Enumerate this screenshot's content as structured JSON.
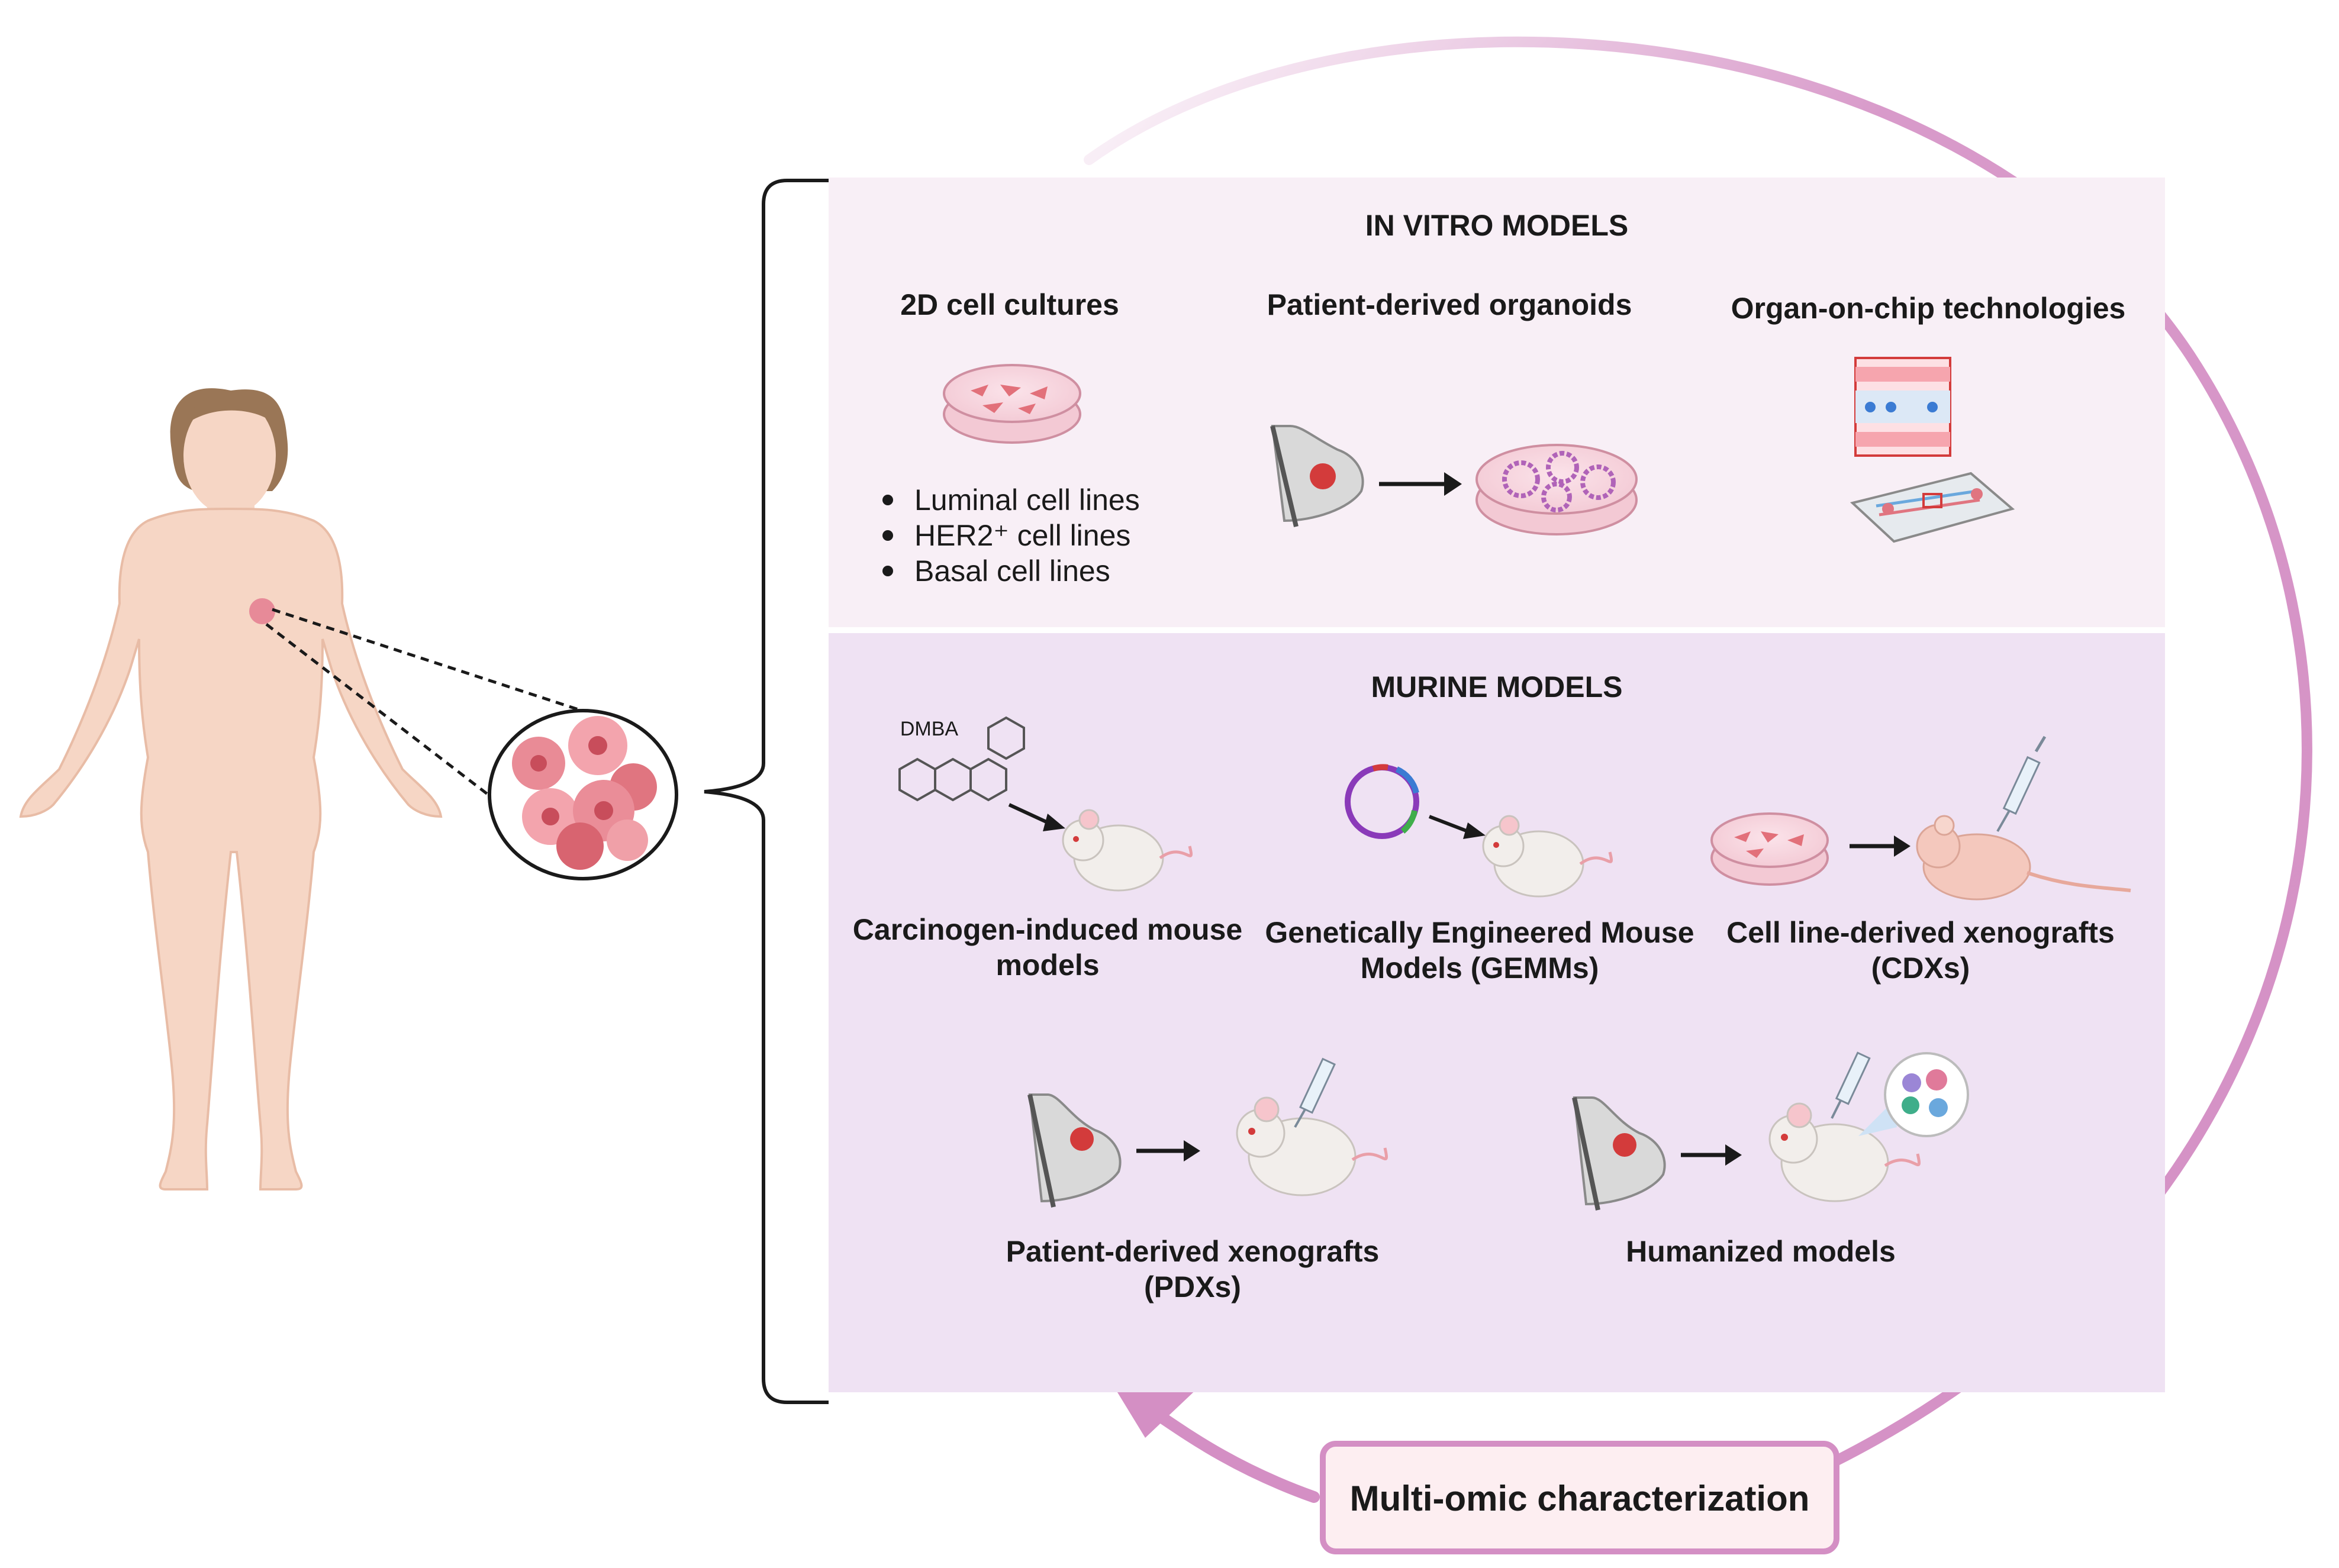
{
  "in_vitro": {
    "title": "IN VITRO MODELS",
    "cultures_2d": {
      "label": "2D cell cultures",
      "bullets": [
        "Luminal cell lines",
        "HER2⁺ cell lines",
        "Basal cell lines"
      ]
    },
    "organoids": {
      "label": "Patient-derived organoids"
    },
    "organ_on_chip": {
      "label": "Organ-on-chip technologies"
    }
  },
  "murine": {
    "title": "MURINE MODELS",
    "carcinogen": {
      "compound": "DMBA",
      "label_line1": "Carcinogen-induced mouse",
      "label_line2": "models"
    },
    "gemm": {
      "label_line1": "Genetically Engineered Mouse",
      "label_line2": "Models (GEMMs)"
    },
    "cdx": {
      "label_line1": "Cell line-derived xenografts",
      "label_line2": "(CDXs)"
    },
    "pdx": {
      "label_line1": "Patient-derived xenografts",
      "label_line2": "(PDXs)"
    },
    "humanized": {
      "label": "Humanized models"
    }
  },
  "cycle": {
    "label": "Multi-omic characterization"
  },
  "colors": {
    "in_vitro_bg": "#f8eff6",
    "murine_bg": "#efe2f3",
    "cycle_arrow": "#d48fc4",
    "cta_fill": "#fdeef1",
    "skin": "#f6d6c5",
    "hair": "#9a7656",
    "tumor": "#e05a63"
  },
  "icons": [
    "human-figure-icon",
    "tumor-cells-icon",
    "petri-dish-icon",
    "breast-tumor-icon",
    "organoid-dish-icon",
    "organ-chip-icon",
    "dmba-molecule-icon",
    "plasmid-icon",
    "mouse-icon",
    "nude-mouse-icon",
    "syringe-icon",
    "immune-cells-icon"
  ]
}
